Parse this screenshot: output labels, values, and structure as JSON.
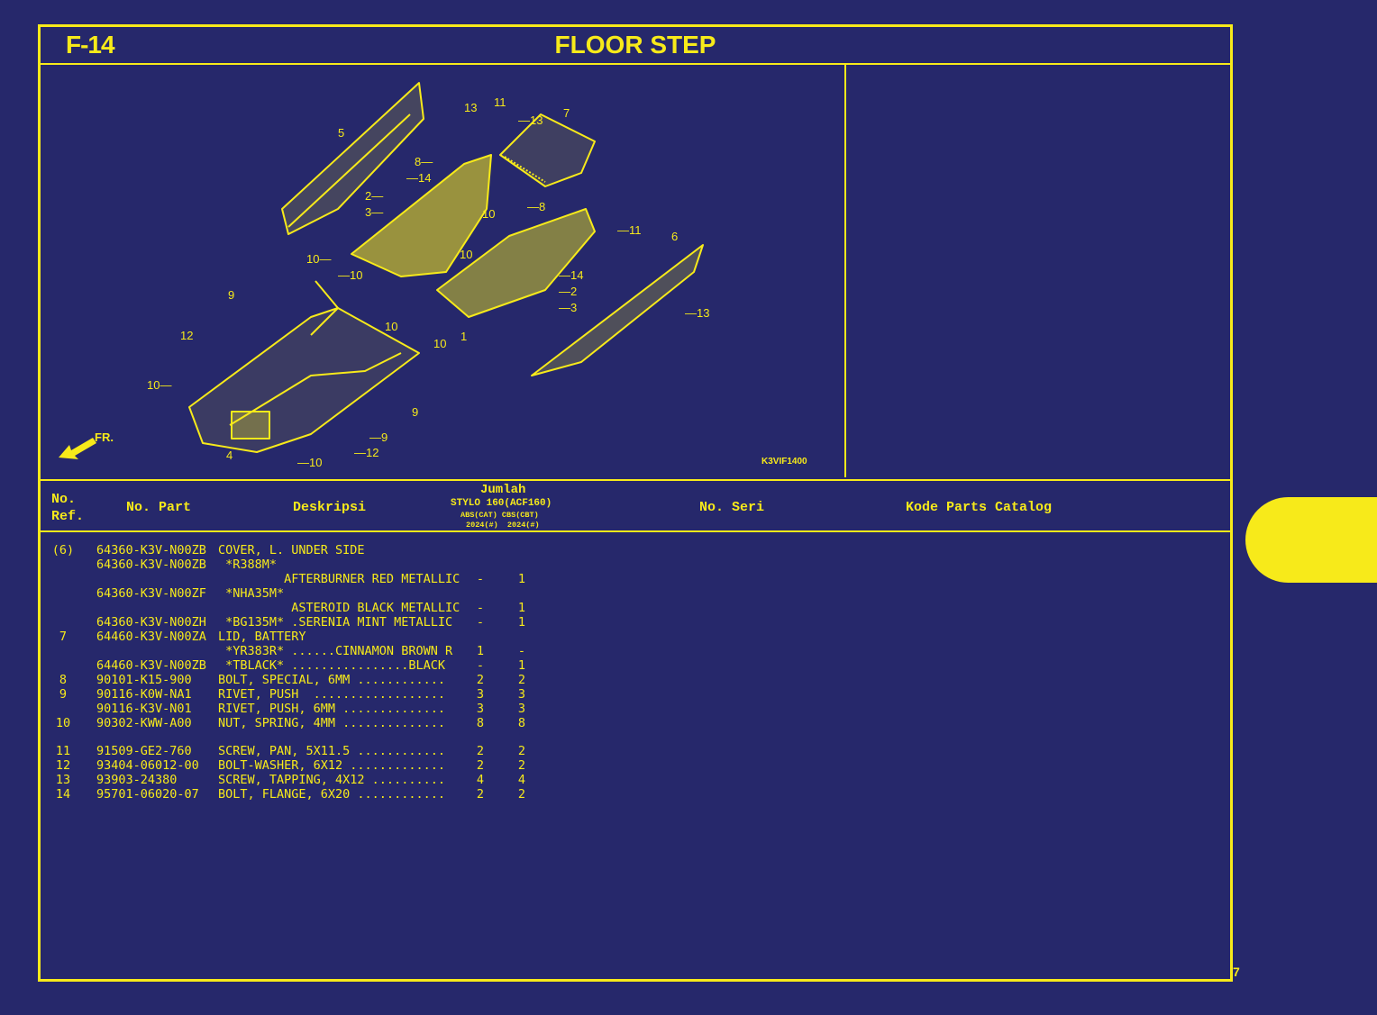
{
  "header": {
    "code": "F-14",
    "title": "FLOOR STEP"
  },
  "diagram": {
    "code": "K3VIF1400",
    "fr_label": "FR.",
    "callouts": [
      "1",
      "2",
      "2",
      "3",
      "3",
      "4",
      "5",
      "6",
      "7",
      "8",
      "8",
      "9",
      "9",
      "9",
      "10",
      "10",
      "10",
      "10",
      "10",
      "10",
      "10",
      "10",
      "11",
      "11",
      "12",
      "12",
      "13",
      "13",
      "13",
      "14",
      "14"
    ]
  },
  "columns": {
    "ref": "No.\nRef.",
    "part": "No. Part",
    "desc": "Deskripsi",
    "jumlah": "Jumlah",
    "model": "STYLO 160(ACF160)",
    "variants": "ABS(CAT) CBS(CBT)",
    "years": "2024(#)  2024(#)",
    "serial": "No. Seri",
    "catalog": "Kode Parts Catalog"
  },
  "rows": [
    {
      "ref": "(6)",
      "part": "64360-K3V-N00ZB",
      "desc": "COVER, L. UNDER SIDE",
      "q1": "",
      "q2": ""
    },
    {
      "ref": "",
      "part": "64360-K3V-N00ZB",
      "desc": " *R388M*",
      "q1": "",
      "q2": ""
    },
    {
      "ref": "",
      "part": "",
      "desc": "         AFTERBURNER RED METALLIC",
      "q1": "-",
      "q2": "1"
    },
    {
      "ref": "",
      "part": "64360-K3V-N00ZF",
      "desc": " *NHA35M*",
      "q1": "",
      "q2": ""
    },
    {
      "ref": "",
      "part": "",
      "desc": "          ASTEROID BLACK METALLIC",
      "q1": "-",
      "q2": "1"
    },
    {
      "ref": "",
      "part": "64360-K3V-N00ZH",
      "desc": " *BG135M* .SERENIA MINT METALLIC",
      "q1": "-",
      "q2": "1"
    },
    {
      "ref": "7",
      "part": "64460-K3V-N00ZA",
      "desc": "LID, BATTERY",
      "q1": "",
      "q2": ""
    },
    {
      "ref": "",
      "part": "",
      "desc": " *YR383R* ......CINNAMON BROWN R",
      "q1": "1",
      "q2": "-"
    },
    {
      "ref": "",
      "part": "64460-K3V-N00ZB",
      "desc": " *TBLACK* ................BLACK",
      "q1": "-",
      "q2": "1"
    },
    {
      "ref": "8",
      "part": "90101-K15-900",
      "desc": "BOLT, SPECIAL, 6MM ............",
      "q1": "2",
      "q2": "2"
    },
    {
      "ref": "9",
      "part": "90116-K0W-NA1",
      "desc": "RIVET, PUSH  ..................",
      "q1": "3",
      "q2": "3"
    },
    {
      "ref": "",
      "part": "90116-K3V-N01",
      "desc": "RIVET, PUSH, 6MM ..............",
      "q1": "3",
      "q2": "3"
    },
    {
      "ref": "10",
      "part": "90302-KWW-A00",
      "desc": "NUT, SPRING, 4MM ..............",
      "q1": "8",
      "q2": "8"
    },
    {
      "ref": "11",
      "part": "91509-GE2-760",
      "desc": "SCREW, PAN, 5X11.5 ............",
      "q1": "2",
      "q2": "2"
    },
    {
      "ref": "12",
      "part": "93404-06012-00",
      "desc": "BOLT-WASHER, 6X12 .............",
      "q1": "2",
      "q2": "2"
    },
    {
      "ref": "13",
      "part": "93903-24380",
      "desc": "SCREW, TAPPING, 4X12 ..........",
      "q1": "4",
      "q2": "4"
    },
    {
      "ref": "14",
      "part": "95701-06020-07",
      "desc": "BOLT, FLANGE, 6X20 ............",
      "q1": "2",
      "q2": "2"
    }
  ],
  "page_number": "7",
  "colors": {
    "background": "#26286b",
    "accent": "#f7ea1a"
  }
}
